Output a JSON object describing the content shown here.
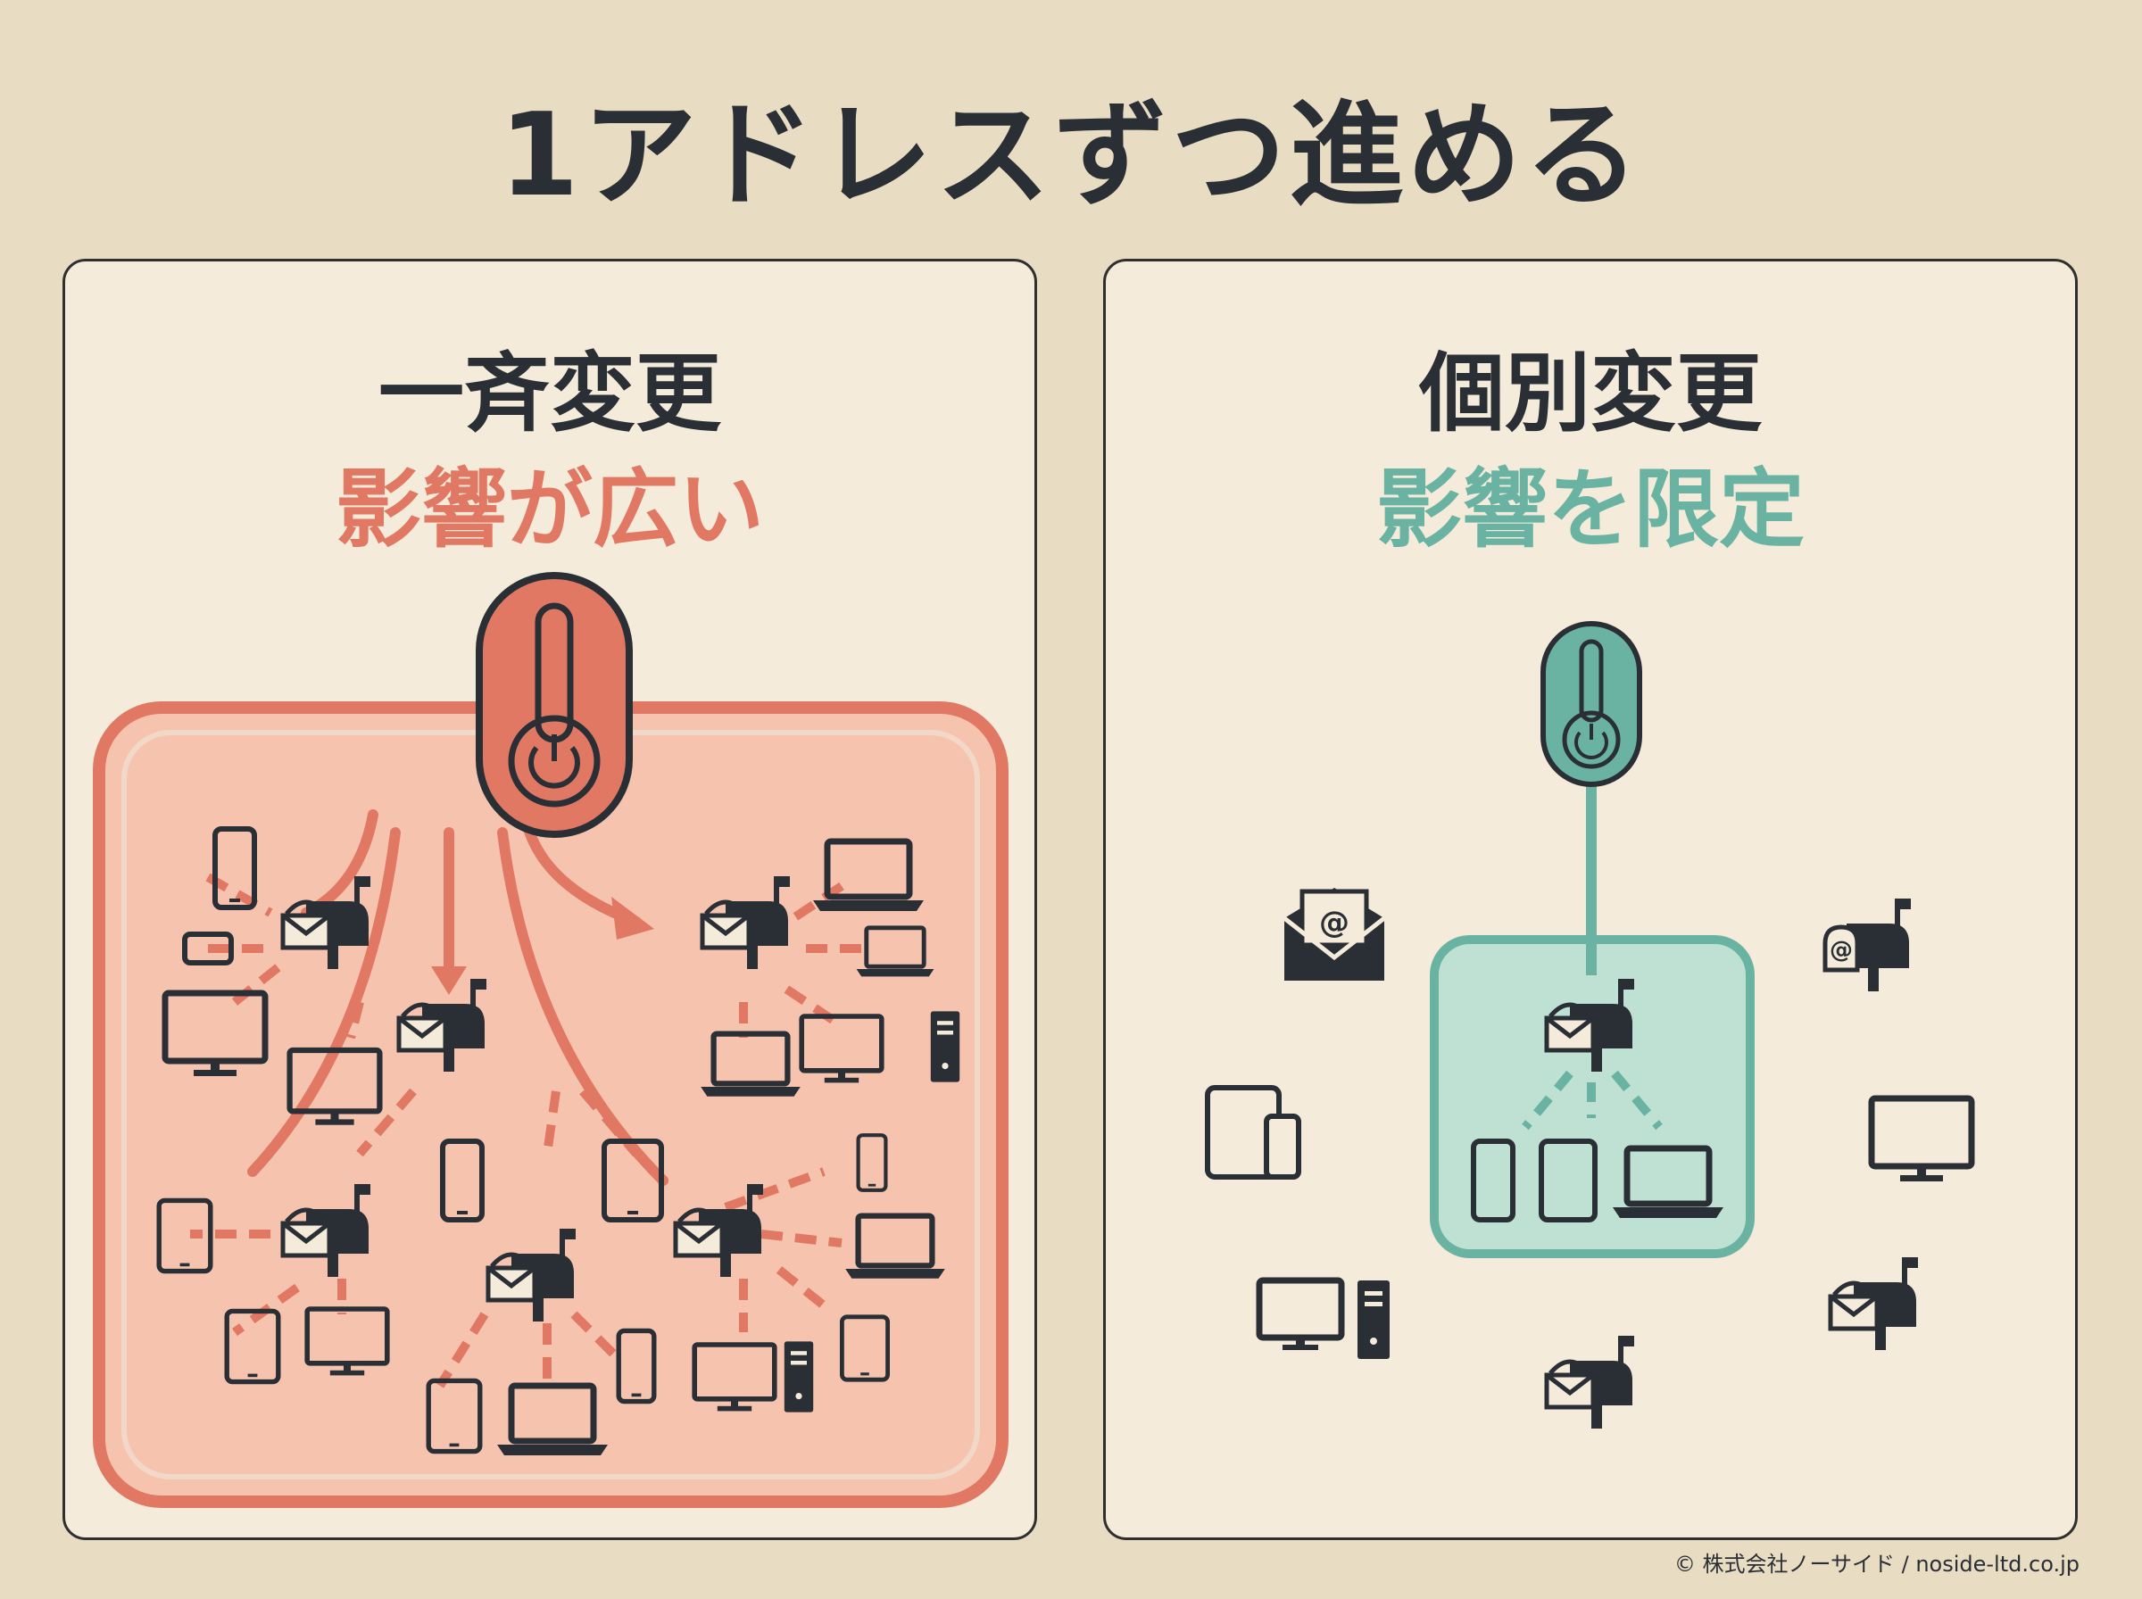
{
  "title": "1アドレスずつ進める",
  "left": {
    "heading": "一斉変更",
    "subheading": "影響が広い",
    "switch_icon": "power-switch-icon",
    "accent": "#e07863"
  },
  "right": {
    "heading": "個別変更",
    "subheading": "影響を限定",
    "switch_icon": "power-switch-icon",
    "accent": "#6ab3a3"
  },
  "footer": "© 株式会社ノーサイド / noside-ltd.co.jp",
  "colors": {
    "background": "#e8dcc3",
    "panel": "#f4ebda",
    "ink": "#2a2e35",
    "left_fill": "#f6c4ae",
    "right_fill": "#bfe1d4"
  }
}
